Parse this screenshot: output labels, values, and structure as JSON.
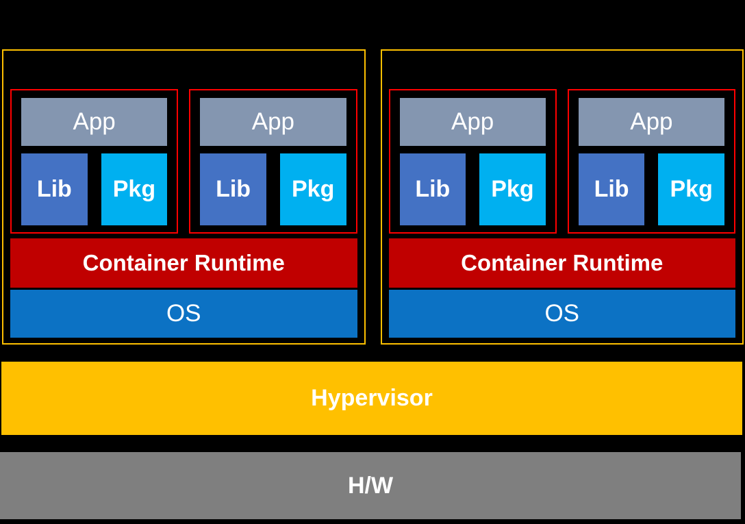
{
  "diagram": {
    "hypervisor_label": "Hypervisor",
    "hw_label": "H/W",
    "vms": [
      {
        "runtime_label": "Container Runtime",
        "os_label": "OS",
        "containers": [
          {
            "app_label": "App",
            "lib_label": "Lib",
            "pkg_label": "Pkg"
          },
          {
            "app_label": "App",
            "lib_label": "Lib",
            "pkg_label": "Pkg"
          }
        ]
      },
      {
        "runtime_label": "Container Runtime",
        "os_label": "OS",
        "containers": [
          {
            "app_label": "App",
            "lib_label": "Lib",
            "pkg_label": "Pkg"
          },
          {
            "app_label": "App",
            "lib_label": "Lib",
            "pkg_label": "Pkg"
          }
        ]
      }
    ]
  },
  "colors": {
    "background": "#000000",
    "vm_border": "#FFC000",
    "container_border": "#FF0000",
    "app_fill": "#8496B0",
    "lib_fill": "#4472C4",
    "pkg_fill": "#00B0F0",
    "runtime_fill": "#C00000",
    "os_fill": "#0C72C4",
    "hypervisor_fill": "#FFC000",
    "hw_fill": "#7F7F7F",
    "label_text": "#FFFFFF"
  }
}
